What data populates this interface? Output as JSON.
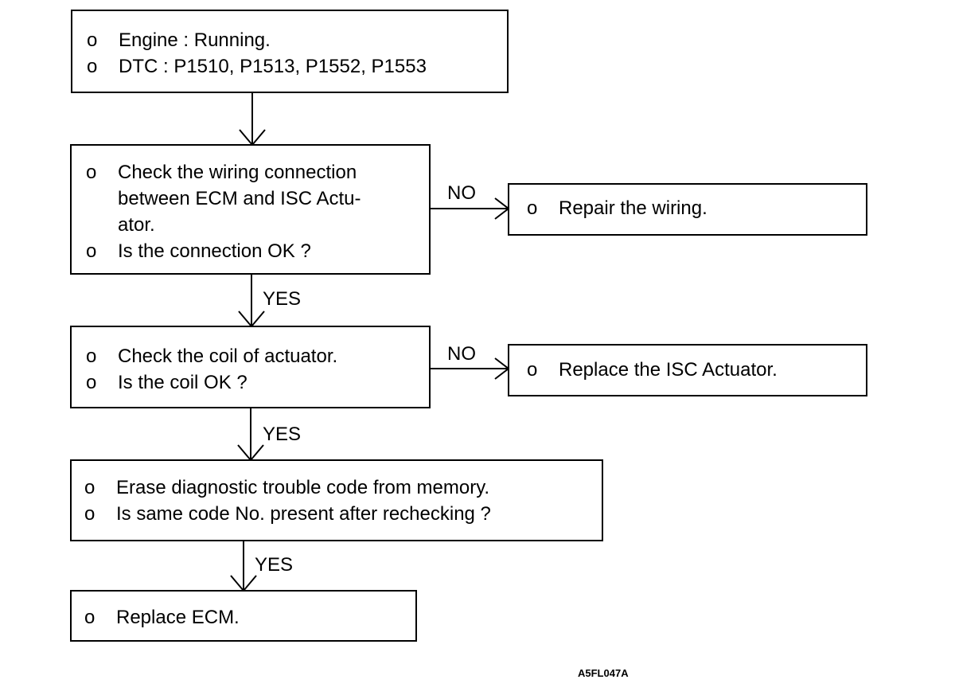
{
  "boxes": {
    "start": {
      "items": [
        {
          "bullet": "o",
          "text": "Engine : Running."
        },
        {
          "bullet": "o",
          "text": "DTC : P1510, P1513, P1552, P1553"
        }
      ]
    },
    "check_wiring": {
      "items": [
        {
          "bullet": "o",
          "lines": [
            "Check the wiring connection",
            "between ECM and ISC Actu-",
            "ator."
          ]
        },
        {
          "bullet": "o",
          "text": "Is the connection OK ?"
        }
      ]
    },
    "repair_wiring": {
      "items": [
        {
          "bullet": "o",
          "text": "Repair the wiring."
        }
      ]
    },
    "check_coil": {
      "items": [
        {
          "bullet": "o",
          "text": "Check the coil of actuator."
        },
        {
          "bullet": "o",
          "text": "Is the coil OK ?"
        }
      ]
    },
    "replace_actuator": {
      "items": [
        {
          "bullet": "o",
          "text": "Replace the ISC Actuator."
        }
      ]
    },
    "erase_code": {
      "items": [
        {
          "bullet": "o",
          "text": "Erase diagnostic trouble code from memory."
        },
        {
          "bullet": "o",
          "text": "Is same code No. present after rechecking ?"
        }
      ]
    },
    "replace_ecm": {
      "items": [
        {
          "bullet": "o",
          "text": "Replace ECM."
        }
      ]
    }
  },
  "edge_labels": {
    "no_1": "NO",
    "yes_1": "YES",
    "no_2": "NO",
    "yes_2": "YES",
    "yes_3": "YES"
  },
  "figure_code": "A5FL047A"
}
